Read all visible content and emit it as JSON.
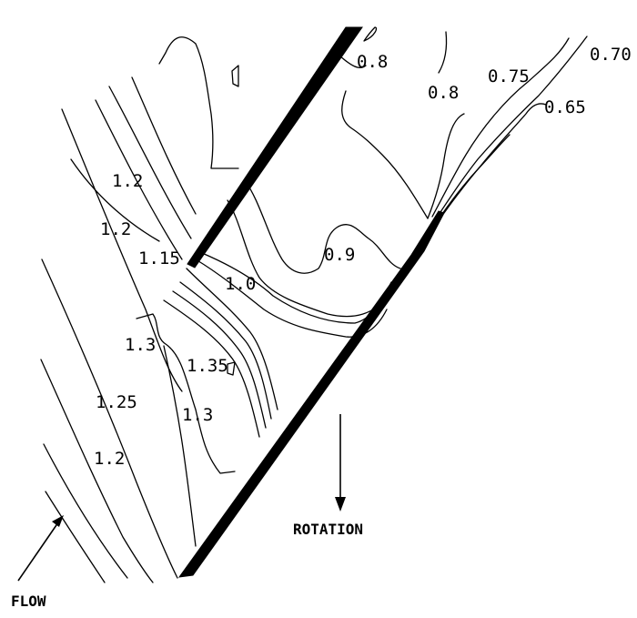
{
  "contour_labels": [
    "0.8",
    "0.8",
    "0.75",
    "0.70",
    "0.65",
    "1.2",
    "1.2",
    "1.15",
    "0.9",
    "1.0",
    "1.3",
    "1.35",
    "1.25",
    "1.3",
    "1.2"
  ],
  "annotations": {
    "rotation": "ROTATION",
    "flow": "FLOW"
  },
  "colors": {
    "ink": "#000000",
    "background": "#ffffff"
  }
}
